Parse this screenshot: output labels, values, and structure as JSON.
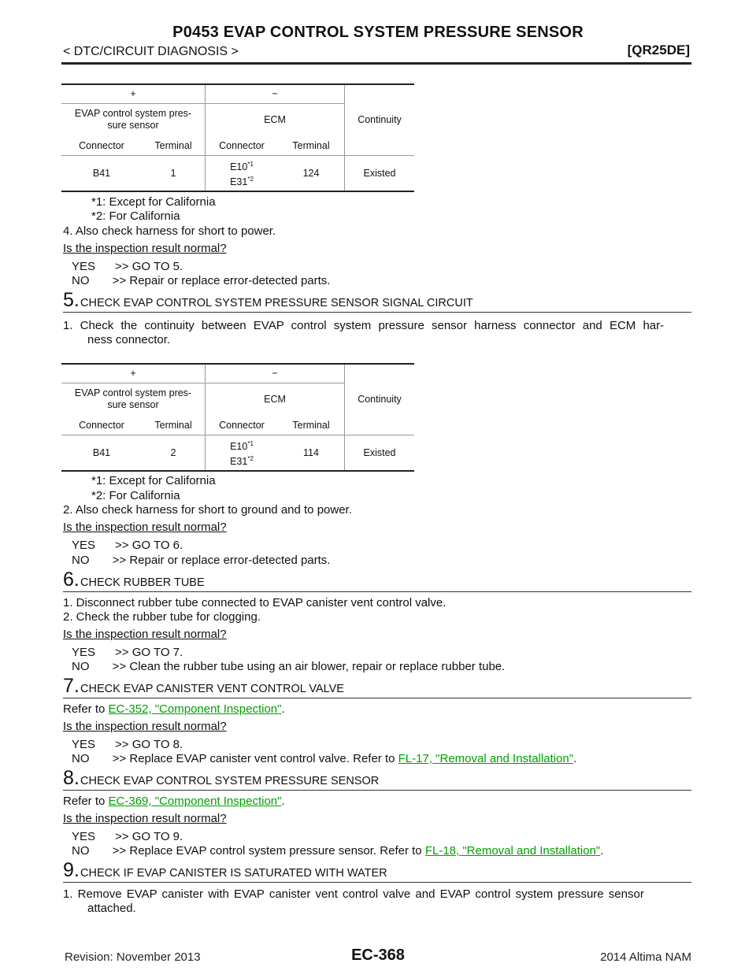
{
  "header": {
    "title": "P0453 EVAP CONTROL SYSTEM PRESSURE SENSOR",
    "section": "< DTC/CIRCUIT DIAGNOSIS >",
    "model": "[QR25DE]"
  },
  "table1": {
    "plus": "+",
    "minus": "−",
    "continuity": "Continuity",
    "sensor": "EVAP control system pres-sure sensor",
    "sensor_l1": "EVAP control system pres-",
    "sensor_l2": "sure sensor",
    "ecm": "ECM",
    "connector": "Connector",
    "terminal": "Terminal",
    "connector2": "Connector",
    "terminal2": "Terminal",
    "row_conn": "B41",
    "row_term": "1",
    "ecm_conn1": "E10",
    "ecm_conn1_sup": "*1",
    "ecm_conn2": "E31",
    "ecm_conn2_sup": "*2",
    "ecm_term": "124",
    "result": "Existed"
  },
  "note1a": "*1: Except for California",
  "note1b": "*2: For California",
  "line4": "4.  Also check harness for short to power.",
  "q1": "Is the inspection result normal?",
  "yes1": "YES      >> GO TO 5.",
  "no1": "NO       >> Repair or replace error-detected parts.",
  "step5": {
    "num": "5.",
    "text": "CHECK EVAP CONTROL SYSTEM PRESSURE SENSOR SIGNAL CIRCUIT"
  },
  "s5_l1": "1.  Check the continuity between EVAP control system pressure sensor harness connector and ECM har-",
  "s5_l2": "ness connector.",
  "table2": {
    "plus": "+",
    "minus": "−",
    "continuity": "Continuity",
    "sensor_l1": "EVAP control system pres-",
    "sensor_l2": "sure sensor",
    "ecm": "ECM",
    "connector": "Connector",
    "terminal": "Terminal",
    "connector2": "Connector",
    "terminal2": "Terminal",
    "row_conn": "B41",
    "row_term": "2",
    "ecm_conn1": "E10",
    "ecm_conn1_sup": "*1",
    "ecm_conn2": "E31",
    "ecm_conn2_sup": "*2",
    "ecm_term": "114",
    "result": "Existed"
  },
  "note2a": "*1: Except for California",
  "note2b": "*2: For California",
  "line2b": "2.  Also check harness for short to ground and to power.",
  "q2": "Is the inspection result normal?",
  "yes2": "YES      >> GO TO 6.",
  "no2": "NO       >> Repair or replace error-detected parts.",
  "step6": {
    "num": "6.",
    "text": "CHECK RUBBER TUBE"
  },
  "s6_l1": "1.  Disconnect rubber tube connected to EVAP canister vent control valve.",
  "s6_l2": "2.  Check the rubber tube for clogging.",
  "q3": "Is the inspection result normal?",
  "yes3": "YES      >> GO TO 7.",
  "no3": "NO       >> Clean the rubber tube using an air blower, repair or replace rubber tube.",
  "step7": {
    "num": "7.",
    "text": "CHECK EVAP CANISTER VENT CONTROL VALVE"
  },
  "s7_refer": "Refer to ",
  "s7_link": "EC-352, \"Component Inspection\"",
  "q4": "Is the inspection result normal?",
  "yes4": "YES      >> GO TO 8.",
  "no4_pre": "NO       >> Replace EVAP canister vent control valve. Refer to ",
  "no4_link": "FL-17, \"Removal and Installation\"",
  "step8": {
    "num": "8.",
    "text": "CHECK EVAP CONTROL SYSTEM PRESSURE SENSOR"
  },
  "s8_refer": "Refer to ",
  "s8_link": "EC-369, \"Component Inspection\"",
  "q5": "Is the inspection result normal?",
  "yes5": "YES      >> GO TO 9.",
  "no5_pre": "NO       >> Replace EVAP control system pressure sensor. Refer to ",
  "no5_link": "FL-18, \"Removal and Installation\"",
  "step9": {
    "num": "9.",
    "text": "CHECK IF EVAP CANISTER IS SATURATED WITH WATER"
  },
  "s9_l1": "1.  Remove EVAP canister with EVAP canister vent control valve and EVAP control system pressure sensor",
  "s9_l2": "attached.",
  "footer": {
    "revision": "Revision: November 2013",
    "page": "EC-368",
    "edition": "2014 Altima NAM"
  }
}
